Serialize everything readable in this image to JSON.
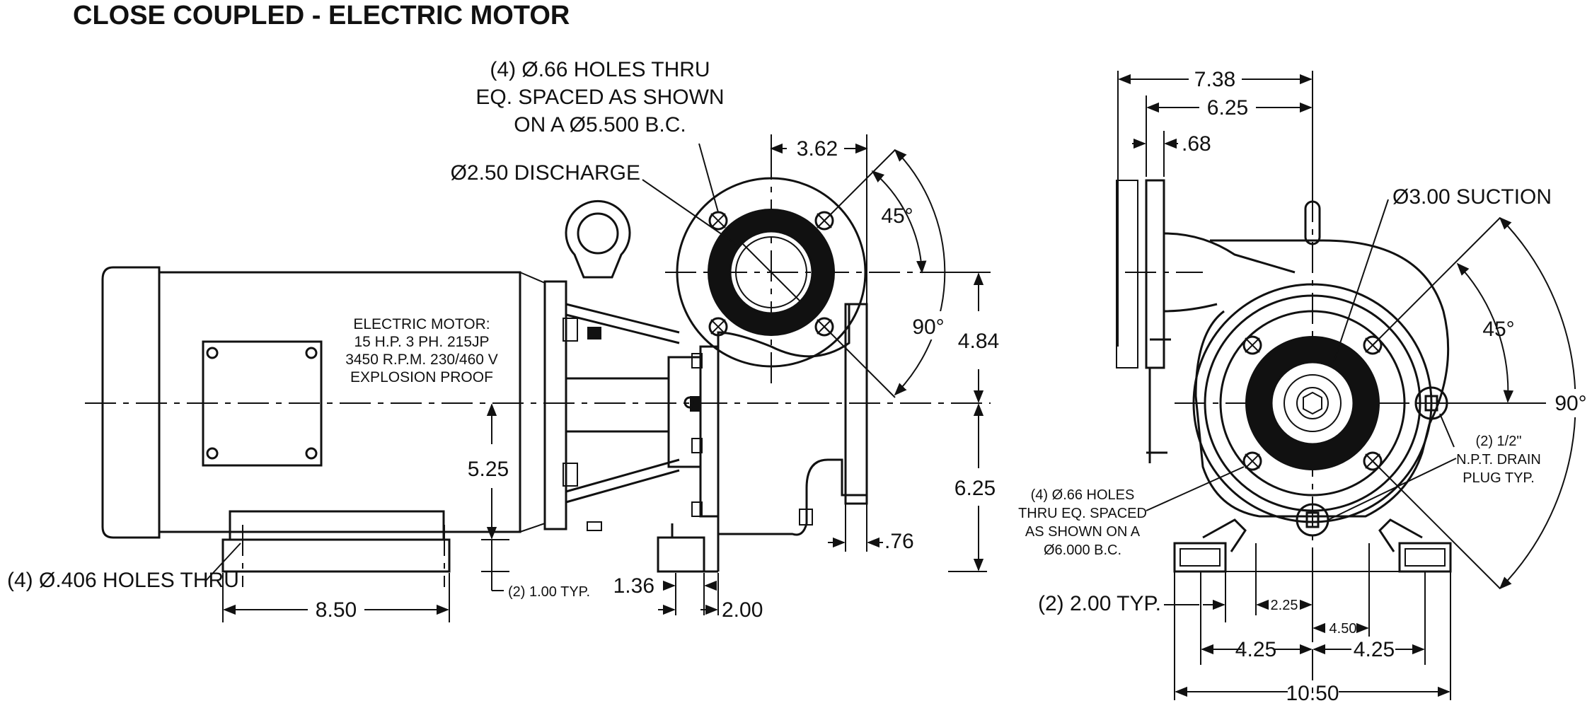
{
  "title": "CLOSE COUPLED - ELECTRIC MOTOR",
  "side_view": {
    "flange_holes_note": [
      "(4) Ø.66 HOLES THRU",
      "EQ. SPACED AS SHOWN",
      "ON A Ø5.500 B.C."
    ],
    "discharge_label": "Ø2.50 DISCHARGE",
    "motor_label": [
      "ELECTRIC MOTOR:",
      "15 H.P. 3 PH. 215JP",
      "3450 R.P.M. 230/460 V",
      "EXPLOSION PROOF"
    ],
    "base_holes_label": "(4) Ø.406 HOLES THRU",
    "dims": {
      "flange_offset": "3.62",
      "angle_45": "45°",
      "angle_90": "90°",
      "discharge_height": "4.84",
      "shaft_height_right": "6.25",
      "shaft_height_left": "5.25",
      "flange_thickness": ".76",
      "base_length": "8.50",
      "foot_typ": "(2) 1.00 TYP.",
      "foot_width": "1.36",
      "foot_offset": "2.00"
    }
  },
  "end_view": {
    "suction_label": "Ø3.00 SUCTION",
    "holes_note": [
      "(4) Ø.66 HOLES",
      "THRU EQ. SPACED",
      "AS SHOWN ON A",
      "Ø6.000 B.C."
    ],
    "drain_note": [
      "(2) 1/2\"",
      "N.P.T. DRAIN",
      "PLUG TYP."
    ],
    "feet_typ": "(2) 2.00 TYP.",
    "dims": {
      "overall_depth": "7.38",
      "flange_depth": "6.25",
      "flange_thickness": ".68",
      "angle_45": "45°",
      "angle_90": "90°",
      "foot_spacing_inner": "2.25",
      "foot_spacing_mid": "4.50",
      "half_left": "4.25",
      "half_right": "4.25",
      "overall_width": "10.50"
    }
  }
}
